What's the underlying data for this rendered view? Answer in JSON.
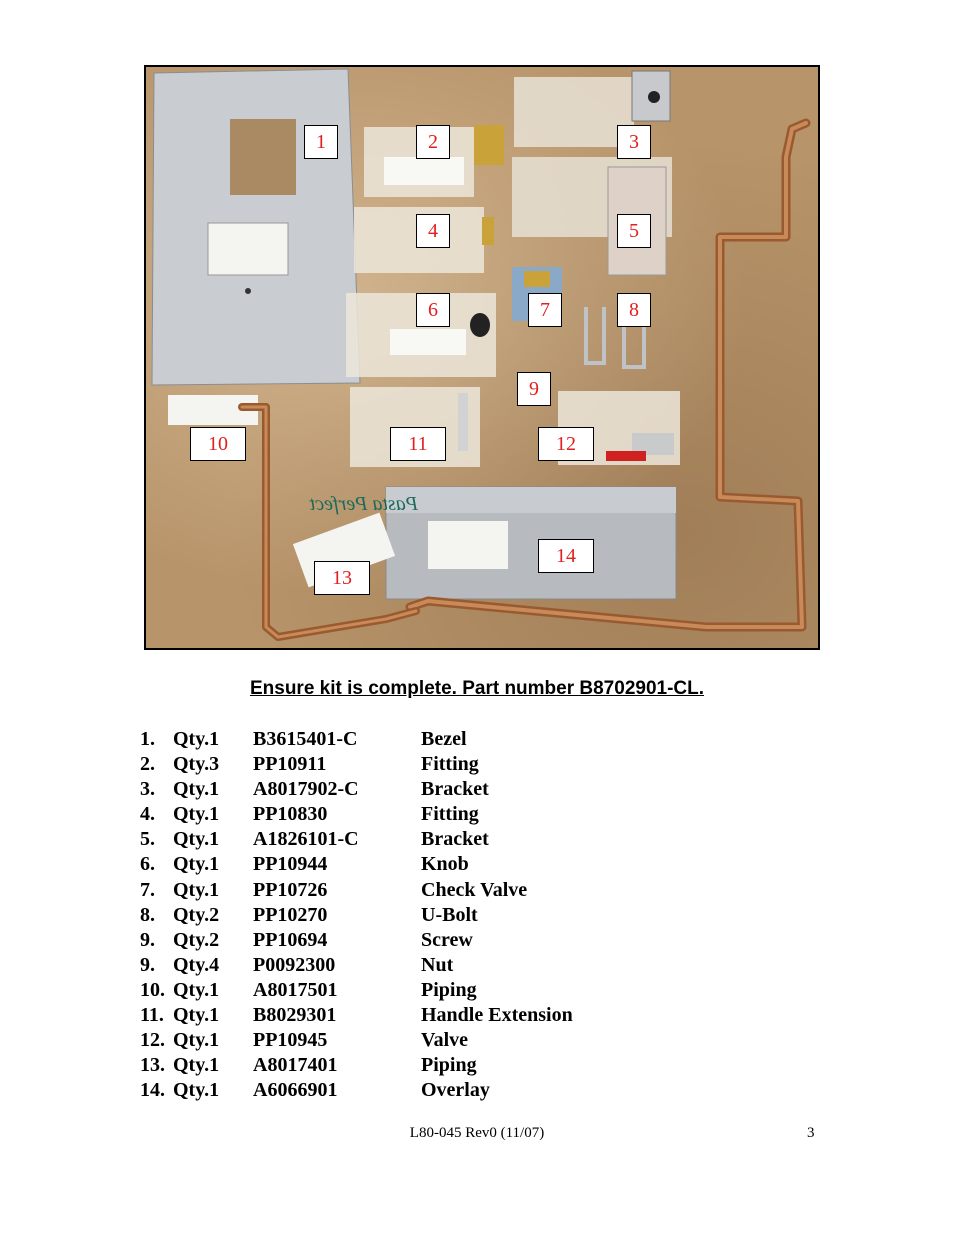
{
  "photo": {
    "callouts": [
      "1",
      "2",
      "3",
      "4",
      "5",
      "6",
      "7",
      "8",
      "9",
      "10",
      "11",
      "12",
      "13",
      "14"
    ],
    "overlay_script": "Pasta Perfect"
  },
  "heading": "Ensure kit is complete. Part number B8702901-CL.",
  "parts": [
    {
      "num": "1.",
      "qty": "Qty.1",
      "part": "B3615401-C",
      "desc": "Bezel"
    },
    {
      "num": "2.",
      "qty": "Qty.3",
      "part": "PP10911",
      "desc": "Fitting"
    },
    {
      "num": "3.",
      "qty": "Qty.1",
      "part": "A8017902-C",
      "desc": "Bracket"
    },
    {
      "num": "4.",
      "qty": "Qty.1",
      "part": "PP10830",
      "desc": "Fitting"
    },
    {
      "num": "5.",
      "qty": "Qty.1",
      "part": "A1826101-C",
      "desc": "Bracket"
    },
    {
      "num": "6.",
      "qty": "Qty.1",
      "part": "PP10944",
      "desc": "Knob"
    },
    {
      "num": "7.",
      "qty": "Qty.1",
      "part": "PP10726",
      "desc": "Check Valve"
    },
    {
      "num": "8.",
      "qty": "Qty.2",
      "part": "PP10270",
      "desc": "U-Bolt"
    },
    {
      "num": "9.",
      "qty": "Qty.2",
      "part": "PP10694",
      "desc": "Screw"
    },
    {
      "num": "9.",
      "qty": "Qty.4",
      "part": "P0092300",
      "desc": "Nut"
    },
    {
      "num": "10.",
      "qty": "Qty.1",
      "part": "A8017501",
      "desc": "Piping"
    },
    {
      "num": "11.",
      "qty": "Qty.1",
      "part": "B8029301",
      "desc": "Handle Extension"
    },
    {
      "num": "12.",
      "qty": "Qty.1",
      "part": "PP10945",
      "desc": "Valve"
    },
    {
      "num": "13.",
      "qty": "Qty.1",
      "part": "A8017401",
      "desc": "Piping"
    },
    {
      "num": "14.",
      "qty": "Qty.1",
      "part": "A6066901",
      "desc": "Overlay"
    }
  ],
  "footer": {
    "doc_id": "L80-045 Rev0 (11/07)",
    "page": "3"
  }
}
